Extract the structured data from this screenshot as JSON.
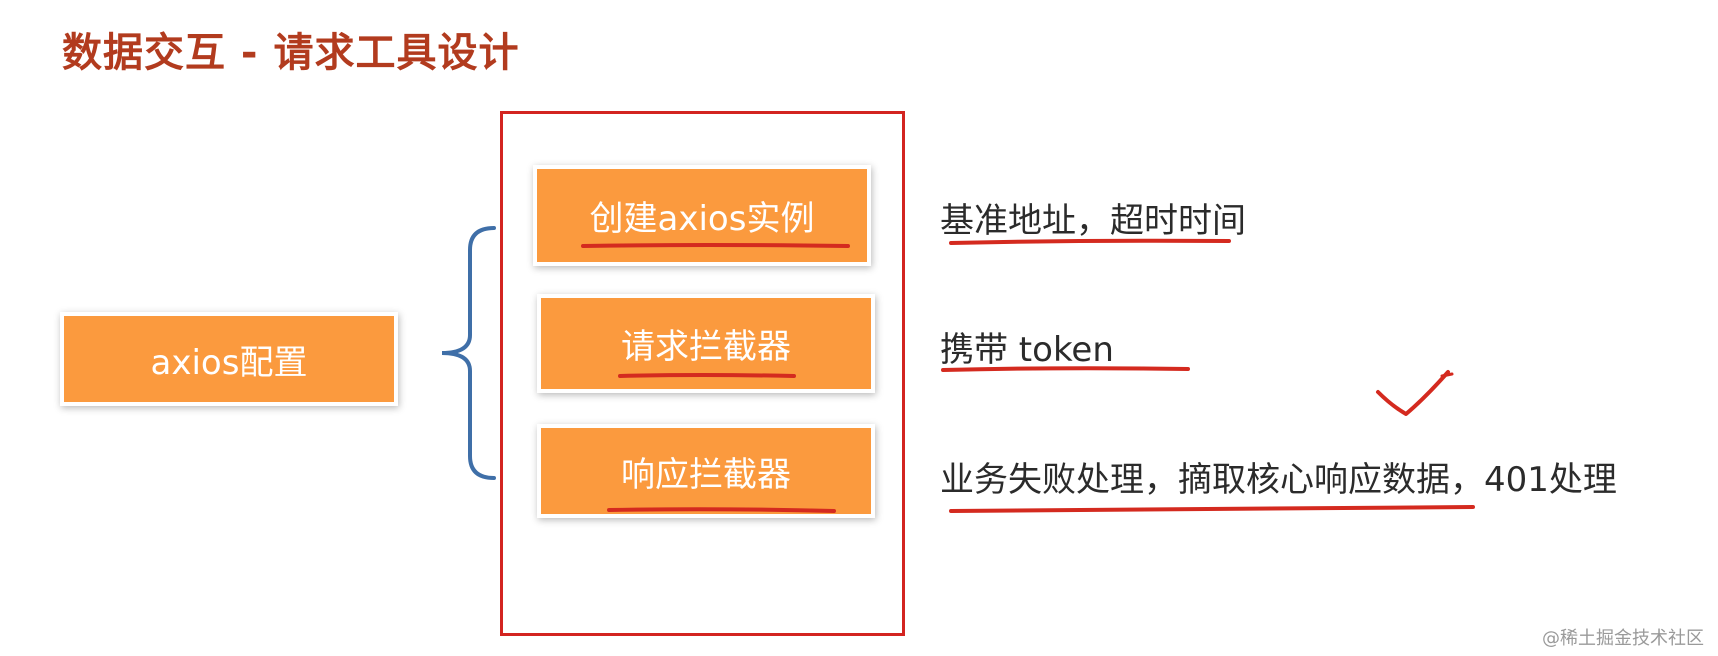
{
  "title": "数据交互 - 请求工具设计",
  "root": {
    "label": "axios配置"
  },
  "steps": [
    {
      "label": "创建axios实例",
      "description": "基准地址，超时时间"
    },
    {
      "label": "请求拦截器",
      "description": "携带 token"
    },
    {
      "label": "响应拦截器",
      "description": "业务失败处理，摘取核心响应数据，401处理"
    }
  ],
  "watermark": "@稀土掘金技术社区",
  "colors": {
    "title": "#b23b1e",
    "box_fill": "#fb9a3e",
    "frame": "#d32420",
    "brace": "#3f6fa8",
    "annotation": "#d42a1f"
  }
}
